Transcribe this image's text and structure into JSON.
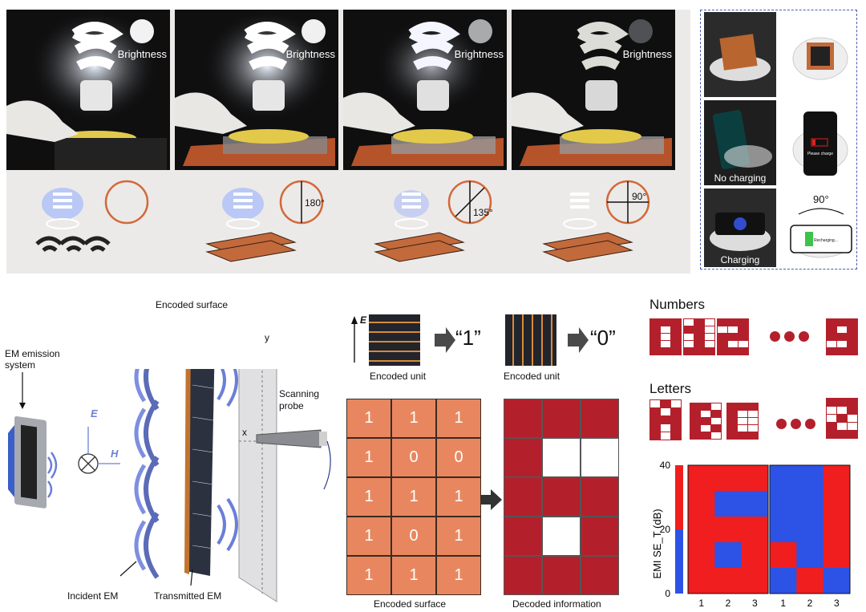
{
  "top": {
    "brightness_label": "Brightness",
    "angles": [
      "180°",
      "135°",
      "90°"
    ],
    "charging": {
      "no_charging": "No charging",
      "charging": "Charging",
      "rotation": "90°",
      "phone_low": "Please charge",
      "phone_charging": "Recharging..."
    }
  },
  "diagram": {
    "emission_system": "EM emission\nsystem",
    "encoded_surface": "Encoded surface",
    "scanning_probe": "Scanning\nprobe",
    "incident": "Incident EM",
    "transmitted": "Transmitted EM",
    "e_axis": "E",
    "h_axis": "H",
    "x_axis": "x",
    "y_axis": "y"
  },
  "encoding": {
    "e_label": "E",
    "unit_label": "Encoded unit",
    "value_one": "“1”",
    "value_zero": "“0”",
    "grid": [
      [
        "1",
        "1",
        "1"
      ],
      [
        "1",
        "0",
        "0"
      ],
      [
        "1",
        "1",
        "1"
      ],
      [
        "1",
        "0",
        "1"
      ],
      [
        "1",
        "1",
        "1"
      ]
    ],
    "decoded": [
      [
        1,
        1,
        1
      ],
      [
        1,
        0,
        0
      ],
      [
        1,
        1,
        1
      ],
      [
        1,
        0,
        1
      ],
      [
        1,
        1,
        1
      ]
    ],
    "encoded_caption": "Encoded surface",
    "decoded_caption": "Decoded information"
  },
  "glyphs": {
    "numbers_title": "Numbers",
    "letters_title": "Letters"
  },
  "chart_data": {
    "type": "heatmap",
    "ylabel": "EMI SE_T (dB)",
    "ylim": [
      0,
      40
    ],
    "yticks": [
      0,
      20,
      40
    ],
    "colors": {
      "high": "#f01e1e",
      "low": "#2d52e6"
    },
    "colorbar": [
      {
        "from": 0,
        "to": 20,
        "level": "low"
      },
      {
        "from": 20,
        "to": 40,
        "level": "high"
      }
    ],
    "panels": [
      {
        "xticks": [
          "1",
          "2",
          "3"
        ],
        "grid": [
          [
            1,
            1,
            1
          ],
          [
            1,
            0,
            0
          ],
          [
            1,
            1,
            1
          ],
          [
            1,
            0,
            1
          ],
          [
            1,
            1,
            1
          ]
        ]
      },
      {
        "xticks": [
          "1",
          "2",
          "3"
        ],
        "grid": [
          [
            0,
            0,
            1
          ],
          [
            0,
            0,
            1
          ],
          [
            0,
            0,
            1
          ],
          [
            1,
            0,
            1
          ],
          [
            0,
            1,
            0
          ]
        ]
      }
    ]
  },
  "colors": {
    "copper": "#c26a3c",
    "decoded_red": "#b3202c",
    "encoded_orange": "#e8875f",
    "wave_blue": "#6b7fd8"
  }
}
